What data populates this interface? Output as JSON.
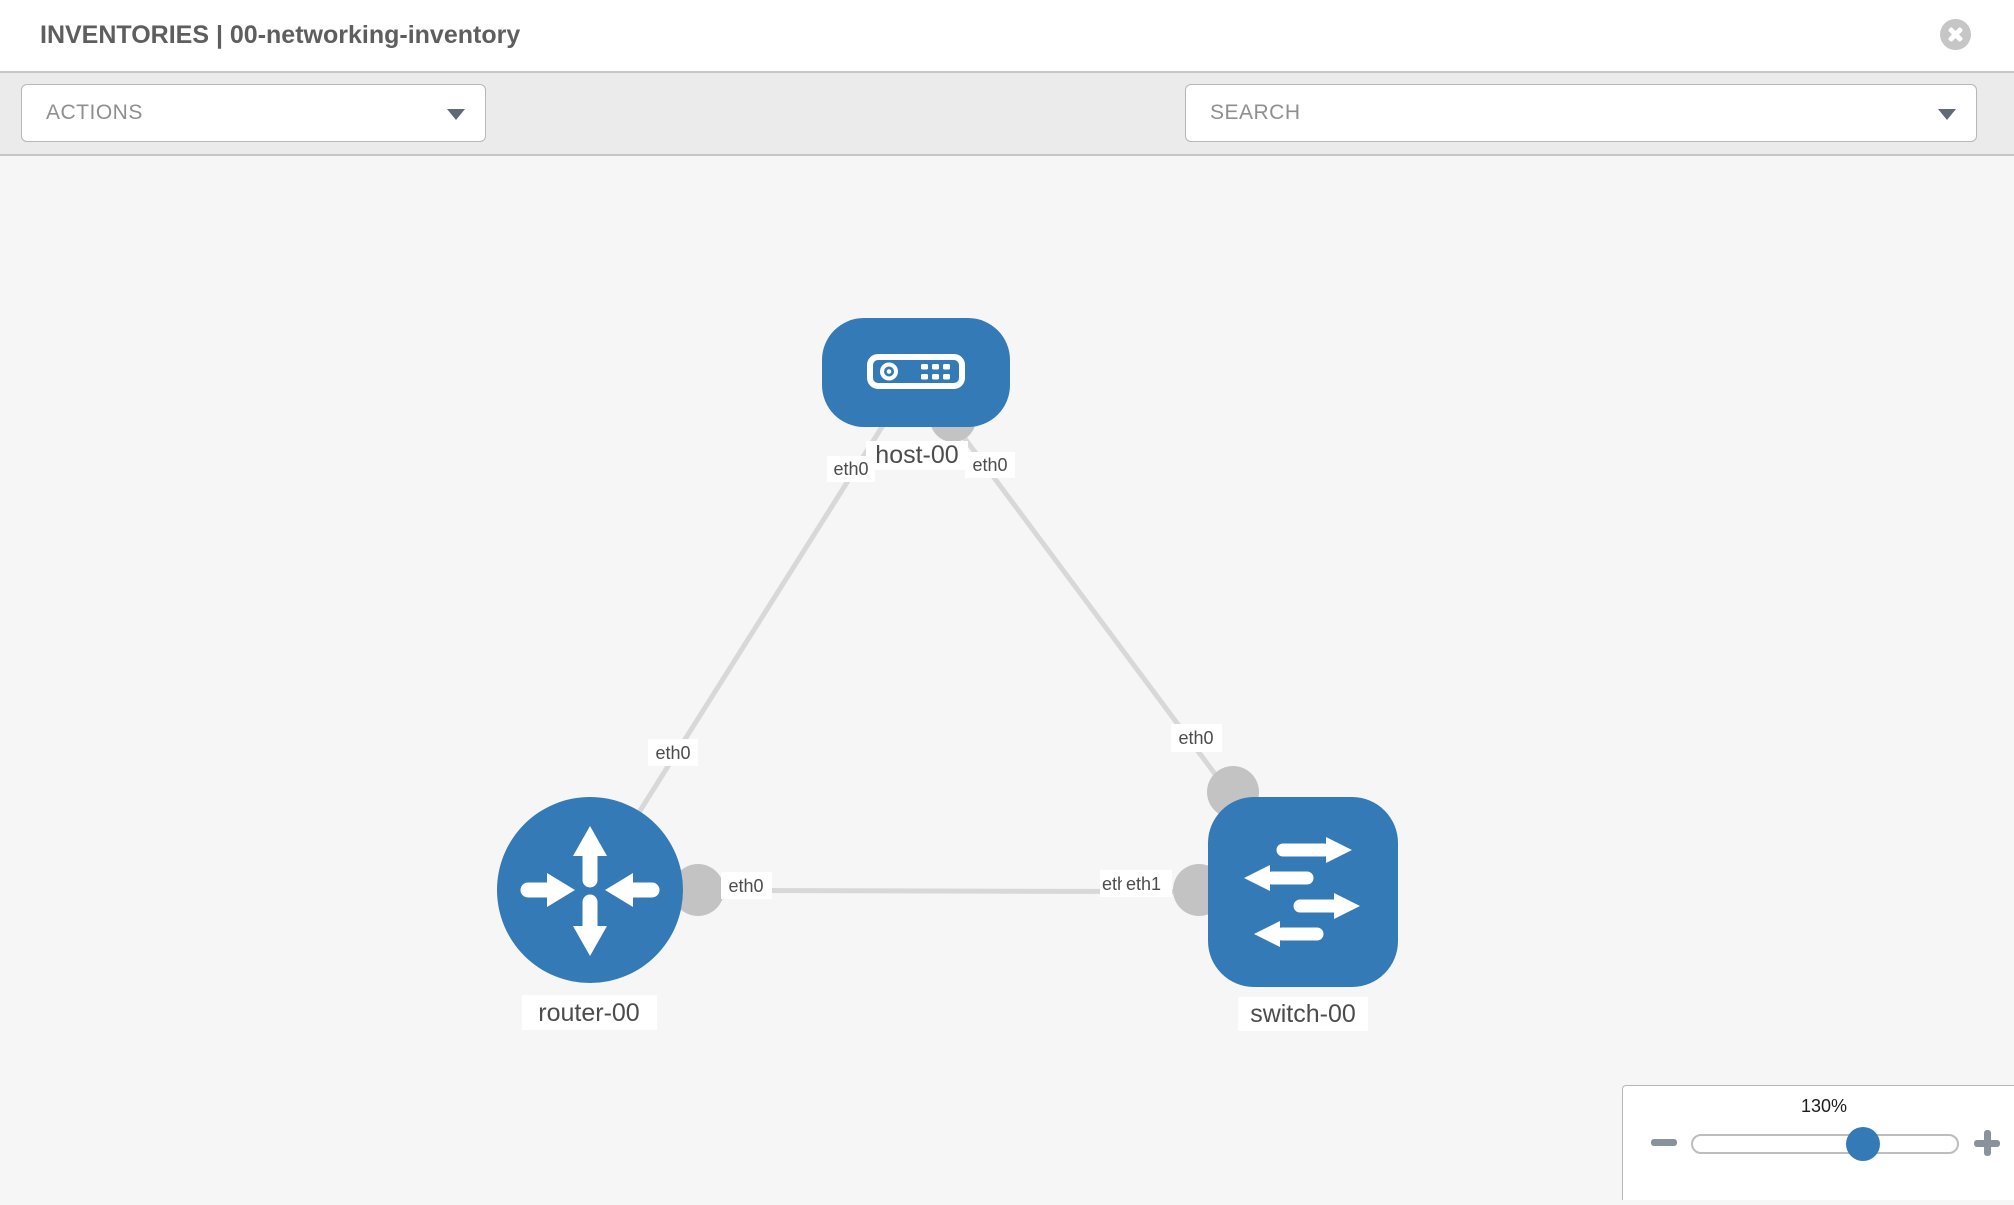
{
  "header": {
    "title": "INVENTORIES | 00-networking-inventory"
  },
  "toolbar": {
    "actions_label": "ACTIONS",
    "search_label": "SEARCH"
  },
  "icons": {
    "close": "circle-x",
    "actions_caret": "caret-down",
    "search_caret": "caret-down",
    "configure": "wrench",
    "credentials": "key",
    "zoom_out": "minus",
    "zoom_in": "plus"
  },
  "colors": {
    "node_blue": "#337ab7",
    "link_gray": "#d8d8d8",
    "interface_gray": "#c3c3c3",
    "canvas_bg": "#f6f6f6"
  },
  "diagram": {
    "nodes": [
      {
        "label": "host-00",
        "type": "host"
      },
      {
        "label": "router-00",
        "type": "router"
      },
      {
        "label": "switch-00",
        "type": "switch"
      }
    ],
    "links": [
      {
        "from": "host-00",
        "to": "router-00"
      },
      {
        "from": "host-00",
        "to": "switch-00"
      },
      {
        "from": "router-00",
        "to": "switch-00"
      }
    ],
    "iface_labels": [
      {
        "id": "host-left",
        "text": "eth0"
      },
      {
        "id": "host-right",
        "text": "eth0"
      },
      {
        "id": "diag-left-mid",
        "text": "eth0"
      },
      {
        "id": "diag-right-mid",
        "text": "eth0"
      },
      {
        "id": "router-right",
        "text": "eth0"
      },
      {
        "id": "switch-left-under",
        "text": "eth0"
      },
      {
        "id": "switch-left-over",
        "text": "eth1"
      }
    ]
  },
  "zoom_control": {
    "level_label": "130%",
    "percent": 130
  }
}
